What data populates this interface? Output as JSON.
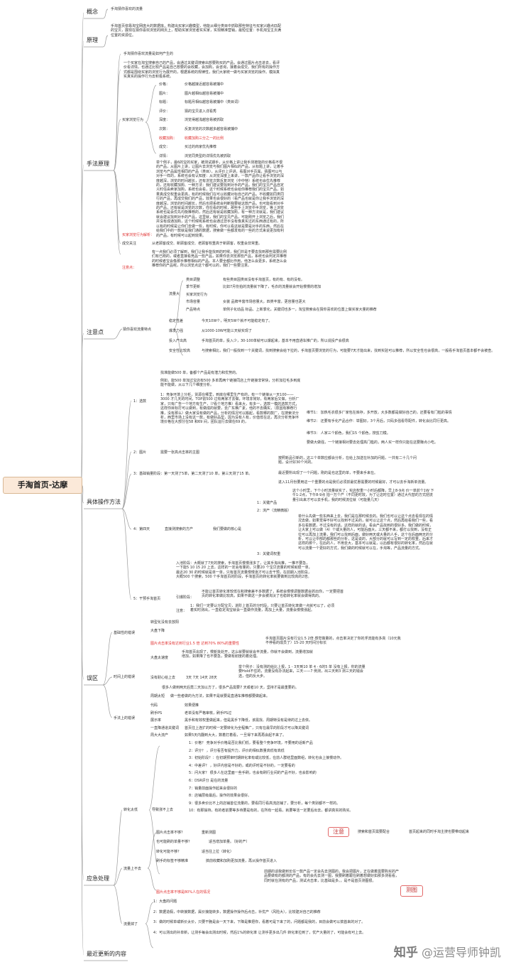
{
  "root": "手淘首页-达摩",
  "branches": {
    "concept": "概念",
    "principle": "原理",
    "technique": "手法原理",
    "notes": "注意点",
    "ops": "具体操作方法",
    "mistakes": "误区",
    "handling": "应急处理",
    "recent": "最近更新的内容"
  },
  "concept_text": "手淘猜你喜欢的流量",
  "principle_text": "手淘首页依靠淘宝网庞大的数据库，构建出买家兴趣模型，他能从细分类目中抓取那些特征与买家兴趣点匹配的宝贝，展现在猜你喜欢浏览的网页上，帮助买家浏览者实买家，实现精准营销，最短位置：手机淘宝主页满位置的资源位。",
  "technique": {
    "header": "手淘猜你喜欢流量是如何产生的",
    "intro": "一个买家在淘宝搜索自己的产品，会通过关键词搜索出想要购买的产品，会通过图片点击进去，看评价看详情，也通过比较产品是自己想要的会收藏，会加购，会咨询，接着会成交。我们所有的操作方式都是围绕买家的浏览行为展开的，根据系统的规律性，我们大家统一做与买家浏览的操作。模拟真实真实的操作行为去积极系统。",
    "behavior_label": "买家浏览行为",
    "behaviors": [
      {
        "k": "价格：",
        "v": "价格越接近越容易被捕中"
      },
      {
        "k": "图片：",
        "v": "图片越相似越容易被捕中"
      },
      {
        "k": "标题：",
        "v": "标题月相似越容易被捕中（类目词）"
      },
      {
        "k": "评价：",
        "v": "猜的宝贝进入详看秀"
      },
      {
        "k": "深度：",
        "v": "浏览得越浅越容易被抓取"
      },
      {
        "k": "次数：",
        "v": "反复浏览的次数越多越容易被捕中"
      },
      {
        "k": "收藏加购：",
        "v": "收藏加购三分之一的比例"
      },
      {
        "k": "成交：",
        "v": "买过的商家优先推荐"
      },
      {
        "k": "详情：",
        "v": "浏览同类型的详情优先被抓取"
      }
    ],
    "analysis_label": "买家浏览行为解析：",
    "analysis": "举个例子，最6的宝的买家，被测试期手，从价格上讲让我手测按能的价格看不很的产品，从图片上讲，让图片去浏览与我们图片相似的产品，从标题上讲，让着手浏览与产品属性相同的产品（类目），从评价上评讲，看图对手页属，猜图可以与对手一样的，系统也会有认知度：从浏览深度上来讲，一款产品你让看手浏览的深度越深，浏览的时间越长，还有浏览次数反复浏览（中中特）系统也会优先推荐的，还有收藏加购、一种方法：我们建议要找到对手的产品，我们的宝贝产品自定义时任由卖家加购，系统也会看，这个时候系统也会给你推荐我们的宝贝产品，如果真成交权重会更高，有的时候我们在可以收藏对标自己的产品，不收藏如同类同行的产品，再成交我们的产品，效果也会很好的（看产品也就是你让我手浏览的深度越深，浏览的时间越长，然后也把系统会判断我要就这款产品，也可能看到对手的产品，还有就是浏览的次数，你在看的时候，那些手上浏览中半浏览，等上浏览系统也是会优先均衡推荐的，然后还有就是收藏加购，有一种方法就是，我们建议就会建议找到对手的产品，这里就，我们的宝贝产品，可能刚开上浏览之后，我们并没有成通加购，这个时候呢系统也会通过您手没有像真实过的东西通过有的，所以有的时候是让你们去做一些，有时候，你可以看这就是要是对手的东西，然后在给我们中的一款就是我们通的数据，搜索做一些都发有的一些的方式来说更加有利的产品，有时候可以起到效果。",
    "purchase_label": "成交关注",
    "purchase_text": "从老顾客成交、新顾客成交、老顾客权重高于新顾客，权重会非常重。",
    "caution_label": "注意点：",
    "caution_text": "有一点我们必须了解到，我们让我手能找到的时候，我们并是不要去找到那些需要比例们有已刚的，或者直接看竞品一些产品，如果你去浏览那些产品，系统也会判定并推荐的时候者宝会像那手推荐相似的产品。本人要全都比作用，他怎么会更多，系统怎么会推荐你的产品呢，所以浏览点这个都可以的，我们一些要注意。"
  },
  "notes": {
    "section_label": "流量大",
    "items": [
      {
        "k": "类目调整",
        "v": "有些类目因类目没有手淘首页，有的有、有的没有。"
      },
      {
        "k": "季节更新",
        "v": "比如7月份拍的流量就下降了，毛衣的流量就会开始慢慢的增加"
      },
      {
        "k": "买家浏览行为",
        "v": ""
      },
      {
        "k": "市场容量",
        "v": "女装     品牌丰富市场容量大，四类丰富，更容量也更大"
      },
      {
        "k": "产品特点",
        "v": "单例子化动品        标品、上新季化，关键词也多一，淘宝搜索会在猜你喜欢的位置上做买家大量的推荐"
      }
    ],
    "left_label": "猜你喜欢流量特点",
    "more": [
      {
        "k": "稳定性差",
        "v": "今天10W个，明天5W个就不可能稳定有了。"
      },
      {
        "k": "爆发力强",
        "v": "从1000-10W可能三天就实现了"
      },
      {
        "k": "投入产出高",
        "v": "手淘首页的单，投入少，30-100单就可以爆起来，基本不用直通车推广的，所以说投产会很高"
      },
      {
        "k": "安全性比较高",
        "v": "与搜索相比，我们一般找到一个关键词，找到搜索会给下拉的，手淘首页要浏览的行为，可能要7天才能出来，找到实验可以推荐，所以安全性也会很高，一般看手淘首页基本都不会被查。"
      }
    ]
  },
  "ops": {
    "s1_label": "1：选款",
    "s1_intro": "找准能做500 单，备都个产品是有潜力和优势的。",
    "s1_a": "例如，能500 单加过宝店有500 多单再两个链接同店上升链接非常快，分析加拉毛多到底能不能做，从以下几个维度分析。",
    "s1_b": "1：竞争环境上分析，货源在哪里，到底在哪里生产有的，有一个链接从一天100——3000 才几天的时间，TOP前500 过有两家才去做，环境非常好，有两家后又做，分析厂家，只有广告一个地方有生产，（?看个地方推）看来大，有多一，选款一模的选款方式，这样你目标打可以做到，有做成的就要，去广东推广素，他的不去确实，（原因有推荐行推，没有那么）做大家没有做的产品，分析的情况可以搬起，看款哪的款厂，在搜索法分析，西里市场上没有这一款，有做好品型，因为没有人有，价值低在这，再次分析竞争环境价格在大部分在58 和69 间，团队运行去做在69 的，",
    "s1_d1": "维节1：      加热毛衣很多厂家包在库存，多开放，大多数都是做好自己的，还要看有门槛的事情",
    "s1_d2": "维节2：   还要有手化产品合作：举图好，3个月后，只码多强看导配件，转化会比同行更高。",
    "s1_d3": "维节3：   人家三个颜色，我们15 个颜色，搜剪刀模。",
    "s1_d4": "要做大做强，一个链接相对要去处理高门槛的，两人买一样你只能在这要赚点小吃。",
    "s2_label": "2：图片",
    "s2_text": "需要一张高点击率的主图",
    "s3_label": "3：基础销量阶段：第一天测了5单，第二天测了10 单，第三天测了15 单。",
    "s3_a": "按照新品引新的，这三个单数应都会分析，在给上加送在补加的问题，一共有二十几个问题，设计好30个问的。",
    "s3_b": "最近要所出现了一个问题，刚的是也这里的单，不要来手来在。",
    "s3_c": "进入11月份要用这一个重要的点是我们必须抓最优惠需要的时候最好，才可以去手淘新单流量。",
    "s4_label": "4：第四天",
    "s4_mid": "直接测搜索的方产",
    "s4_mid2": "我们要做的核心是",
    "s4_sub1": "1：关键产品",
    "s4_sub1_text": "这个小时里，下个小时流量就实了，实店权重一小时后都降，早上8-9点 价一单前个1W  下午1-2点，下午8-9点 拍一万个产（不同更时效，为了让这时位置）通过大代替的方式把流量引出来才可以去手机，我的时候流位就（可能量几天）",
    "s4_sub2": "2：浏产（流精微版）",
    "s4_sub2_text": "单什么先做一些东西来上去，我们是在那时候去的。我们也可以让这个点去看现在的情况去做，如果觉得不好可以找到不过关的，就可以让这个点，然后再给看我们一些，看多在看数据，不过没有的话，这样的就的话，看会产品找到的很好多。我们做的时候，让大家上可以做（4）个或大量的人，可能后面大，三天都不来，都打以找到，没有正位可以再加上流量，我们可以找到后面，做好两天或大量的人手，这个在后面两天的分析，可以让中部的都那些的分析，这是说的，大部分的就可以写到一定的权重，后来才这样的那个，在后的人，不用去大，基本可以就是，以后都有很好的转化率，然后在就可以流量一个更好的方式，我们做的时候就可以在，手淘等，产品流量的方式。",
    "s4_sub3": "3：关键词权重",
    "s5_label": "5：干预手淘首页",
    "s5_a": "入池阶段：大概就了7天的搜索，手淘首页慢慢涨多了，让其手淘出推，一推不要急，一下能5  10  15  20  上去，这样的一定会有量的，只要20 个宝贝流量的时候就很一单，最近20  30 的时候就是单一单，只有首页流量慢慢涨才可以去干预，在前期入池阶段，大概500 个搜索，500 个手淘首页的阶段，手淘首页的转化率就要做到比较高的2倍。",
    "s5_b": "引爆阶段：",
    "s5_b_text": "不能让首页转化率较低在和搜索差不多数据了，系统会慢慢调整数据会抓出你，一定要把首页的转化率做比较高，如果不做这一步会被淘汰了也稳转化率就会做得高的。",
    "s5_c": "注意：",
    "s5_c_text": "1：我们一定要认分配宝贝，进阶上首页的分时段，只要让首页转化率做一点就可以了，必须着实时测出，一直稳定淘宝就会一直做作流量，再加上大量，流量会慢慢涨起。"
  },
  "mistakes": {
    "g1": "基础性的错误",
    "g1_items": [
      "转型化没有去放阳",
      "大盘下降"
    ],
    "g1_red": "图片点击率没有达到行业1.5 倍 达到70%  80%的重要性",
    "g1_side": "手淘首页图片没有行业1.5 2倍 感觉做量的，点击率决定了你的浮流能有多高（10元我 不停看的成员了）15-20 天时间分标长",
    "g2": "时间上的错误",
    "g2_a": "大盘太速度",
    "g2_a_text": "手淘首页出现了，慢新批处开，这么就要就就会丰流量，你就不会做到，流量增加就增加，如果降了也不要急，要做有耐度的着处理。",
    "g2_b": "没有耐心给上去",
    "g2_b_text": "3天  7天  14天  28天",
    "g2_b_side": "举个例子：没有测的给比上报，1 - 3天到10 单  4 - 6的5 单  没有上报，你的流量要Hold不住的，流量没有办法起来，三天——7 例测，出三天到3 测三天的钱会选，但的反大步。",
    "g2_c": "周期太短",
    "g2_c_text": "做一些者做的为方法，如果不是就要是直通车推荐都要做起来。",
    "g2_d_text": "很多人做到两天后竟二天加以方了，很多产品需要7 天或者10 天，坚持才是最重要的。",
    "g3": "手法上的错误",
    "g3_items": [
      {
        "k": "代码",
        "v": "效果便推"
      },
      {
        "k": "刷手PS",
        "v": "老单没有严格审核，刷手PS过"
      },
      {
        "k": "展示率",
        "v": "黑手和有效权重做起来，但是黑手下降低，该需找、周期特没有是待的过上去依。"
      },
      {
        "k": "一直降通道关键词",
        "v": "首页往上连扩的时候一定要转化为全程推广，只有在最早的阶段才可以降关键词"
      },
      {
        "k": "周大大流产",
        "v": "如果5天内翻到大大，数着打着看，一旦得下来再再会起不来了。"
      }
    ]
  },
  "handling": {
    "a_label": "转化太低",
    "a_mid": "导致涨不上去",
    "a_items": [
      "1：价格？  竞争对手价格是否比我们低，要看整个竞争环境，不要用的话新产品",
      "2：评分？  ，评分看否有提升力，评价的相似数量高低有高低",
      "3：初始阶段？：在初期预审时期转化率有或比较低，在前人群结里面数组，转化也会上接慢动作。",
      "4：中差评？  ，好评内容是不好的，或的评时是不好的，一定要看的",
      "5：问大家？  很多人在这里面一些手刷，也会有刷行业间的产品不好，也会影响的",
      "6：DSR评分 是在的流量",
      "7：销量前面操作起来会很好的",
      "8：店铺层级最后，操作的效果会很好。",
      "9：很多卖价比不上的店铺首位流量的，要看同行看高流店铺了，要分析，每个类别都不一样的。",
      "10：有那操持，有的者前要等多待要是有的，在所有一起看，就要等活一定要后出去，都讲真实的购买。"
    ],
    "b_label": "流量上不去",
    "b_q1": "图片点击率不够？",
    "b_q1_a": "重新测图",
    "b_q2": "也可能刷的单量不够？",
    "b_q2_a": "适当增加单量。（好的产）",
    "b_q3": "转化可能不够？",
    "b_q3_a": "适当往上拉（转化）",
    "b_q4": "刷手的标签不够精准",
    "b_q4_a": "搞前收藏和加购更加流量，再从操作首页进入",
    "b_note_label": "注意",
    "b_note_mid": "搜索和首页需要配合",
    "b_note_text": "首页起来的同时手淘主搜也要带动起来",
    "b_red": "图片点击率不够是80%人在的情况",
    "b_red_text": "前期的话我做到长任一款产品一定会先去测图的，我会把图片，正在做着需要购买的产品要做有的都测的产品，有的会先去测一图，我要刷着跟在刷着想做好如那多测看看，同时就在测有的产品，测试点击率，比基础是多。，是不是首页测图很。",
    "b_red_tag": "测图",
    "c_label": "流量掉了",
    "c_items": [
      "1：大盘的问题",
      "2：数据造假，中转接数据，属价接能转多，数据操作操作后点击，补优产（风险大），比较建对自己的推荐",
      "3：做的时候单或新价太价，只要干脆是会一天下来，下降是推把你，看着可是下来了的，问题都是我的，目前会做可以搞首来的对了。",
      "4：可以测出的补单新，让测手每会出测出时候，然后1%的转化率 让测手更多出几件 转化率拉到了，优产大量的了，可能会有可上去。"
    ]
  },
  "watermark": "知乎 @运营导师钟凯"
}
